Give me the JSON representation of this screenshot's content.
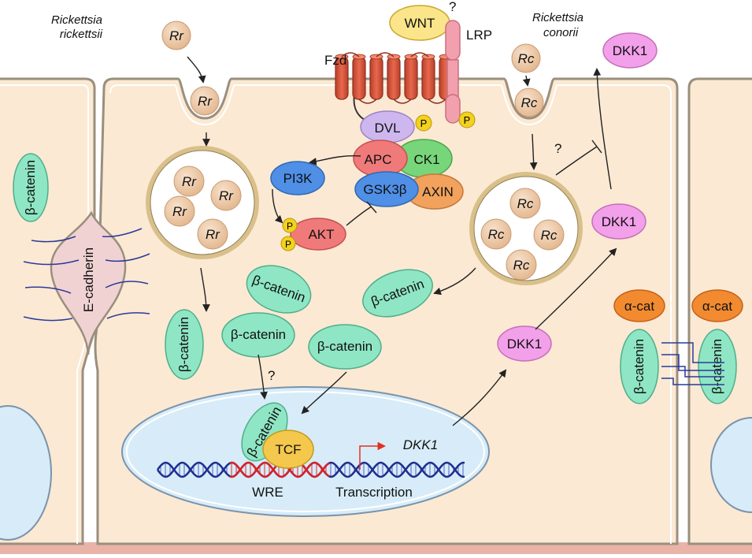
{
  "labels": {
    "rickettsia_rickettsii": [
      "Rickettsia",
      "rickettsii"
    ],
    "rickettsia_conorii": [
      "Rickettsia",
      "conorii"
    ],
    "rr": "Rr",
    "rc": "Rc",
    "wnt": "WNT",
    "lrp": "LRP",
    "fzd": "Fzd",
    "question": "?",
    "dvl": "DVL",
    "apc": "APC",
    "ck1": "CK1",
    "gsk3b": "GSK3β",
    "axin": "AXIN",
    "pi3k": "PI3K",
    "akt": "AKT",
    "p": "P",
    "beta_catenin": "β-catenin",
    "e_cadherin": "E-cadherin",
    "tcf": "TCF",
    "dkk1": "DKK1",
    "dkk1_gene": "DKK1",
    "wre": "WRE",
    "transcription": "Transcription",
    "alpha_cat": "α-cat"
  },
  "colors": {
    "cell_fill": "#fbe9d3",
    "membrane": "#9a8f7e",
    "bacterium": "#ecc9a6",
    "beta_catenin": "#8fe6c4",
    "nucleus": "#d7ecf8",
    "fzd": "#d9553c",
    "lrp": "#f2a0ad",
    "wnt": "#fbe58a",
    "dvl": "#cdb7ee",
    "apc": "#f07a7a",
    "ck1": "#78d67a",
    "gsk3b": "#4f8fe6",
    "axin": "#f2a25c",
    "akt": "#f07a7a",
    "p": "#f2d21e",
    "dkk1": "#f3a0ea",
    "tcf": "#f4c84c",
    "alpha_cat": "#f28a30"
  }
}
